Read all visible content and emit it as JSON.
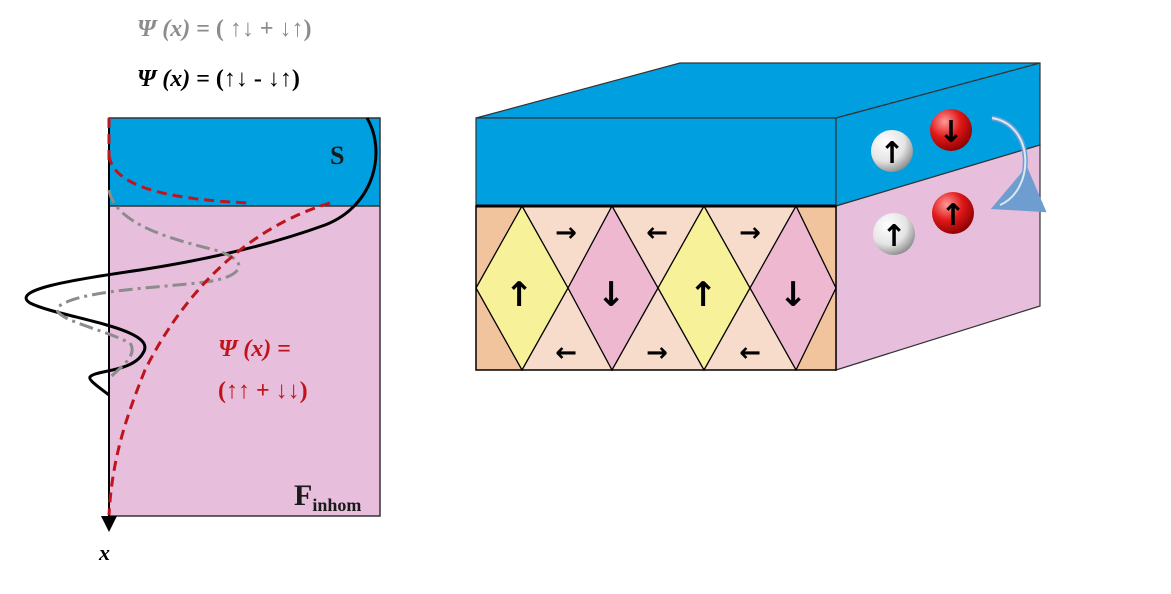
{
  "equations": {
    "singlet_plus": {
      "psi": "Ψ (x)",
      "rhs": "= ( ↑↓ + ↓↑)"
    },
    "singlet_minus": {
      "psi": "Ψ (x)",
      "rhs": "= (↑↓ - ↓↑)"
    },
    "triplet": {
      "psi": "Ψ (x)",
      "eq": "=",
      "rhs": "(↑↑ + ↓↓)"
    }
  },
  "labels": {
    "superconductor": "S",
    "ferromagnet_main": "F",
    "ferromagnet_sub": "inhom",
    "x_axis": "x"
  },
  "domain_arrows": {
    "large": [
      "↑",
      "↓",
      "↑",
      "↓"
    ],
    "small_top": [
      "→",
      "←",
      "→"
    ],
    "small_bottom": [
      "←",
      "→",
      "←"
    ]
  },
  "spin_arrows": {
    "top": [
      "↑",
      "↓"
    ],
    "bottom": [
      "↑",
      "↑"
    ]
  },
  "colors": {
    "superconductor": "#00a0e0",
    "ferromagnet": "#e8bedd",
    "domain_yellow": "#f7f29a",
    "domain_pink": "#eeb8d0",
    "domain_peach": "#f7dccc",
    "domain_edge": "#f2c49e",
    "curve_red": "#c0141c",
    "curve_gray": "#8c8c8c"
  }
}
